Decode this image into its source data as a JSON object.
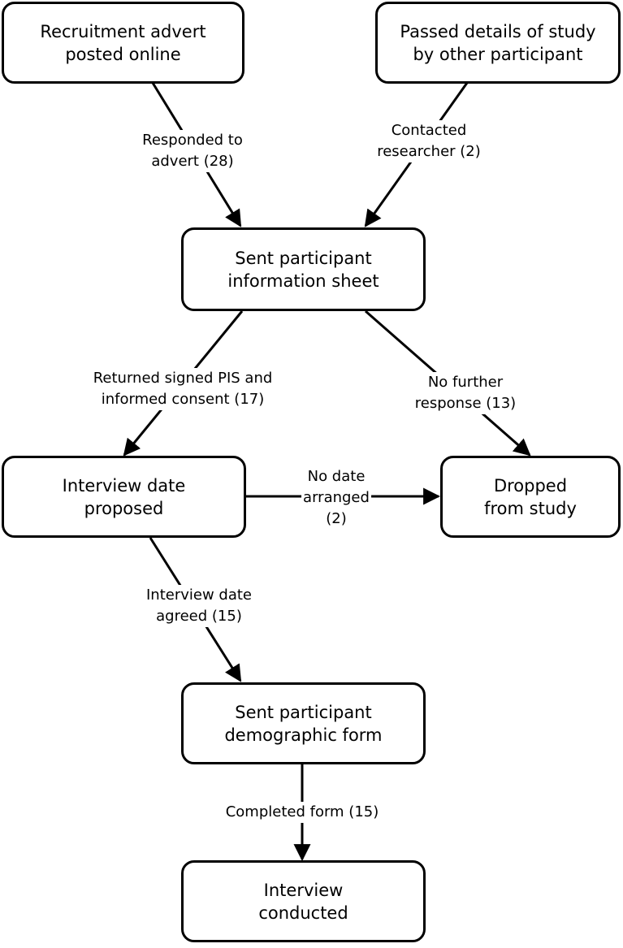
{
  "nodes": {
    "advert": "Recruitment advert\nposted online",
    "passed": "Passed details of study\nby other participant",
    "pis": "Sent participant\ninformation sheet",
    "proposed": "Interview date\nproposed",
    "dropped": "Dropped\nfrom study",
    "demographic": "Sent participant\ndemographic form",
    "conducted": "Interview\nconducted"
  },
  "edges": {
    "responded": "Responded to\nadvert (28)",
    "contacted": "Contacted\nresearcher (2)",
    "returned": "Returned signed PIS and\ninformed consent (17)",
    "no_further": "No further\nresponse (13)",
    "no_date": "No date\narranged\n(2)",
    "agreed": "Interview date\nagreed (15)",
    "completed": "Completed form (15)"
  }
}
